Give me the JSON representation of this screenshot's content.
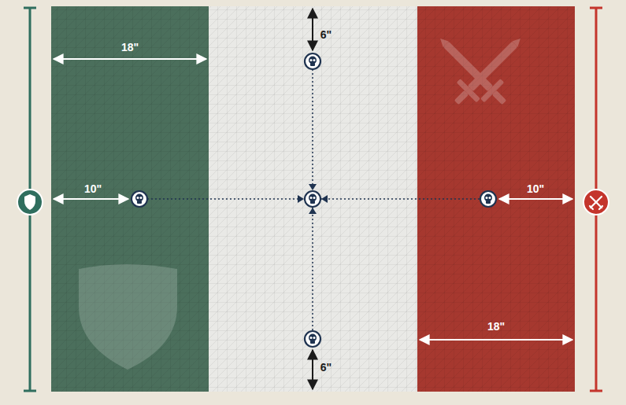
{
  "diagram": {
    "labels": [
      "6\"",
      "18\"",
      "10\"",
      "10\"",
      "18\"",
      "6\""
    ]
  }
}
